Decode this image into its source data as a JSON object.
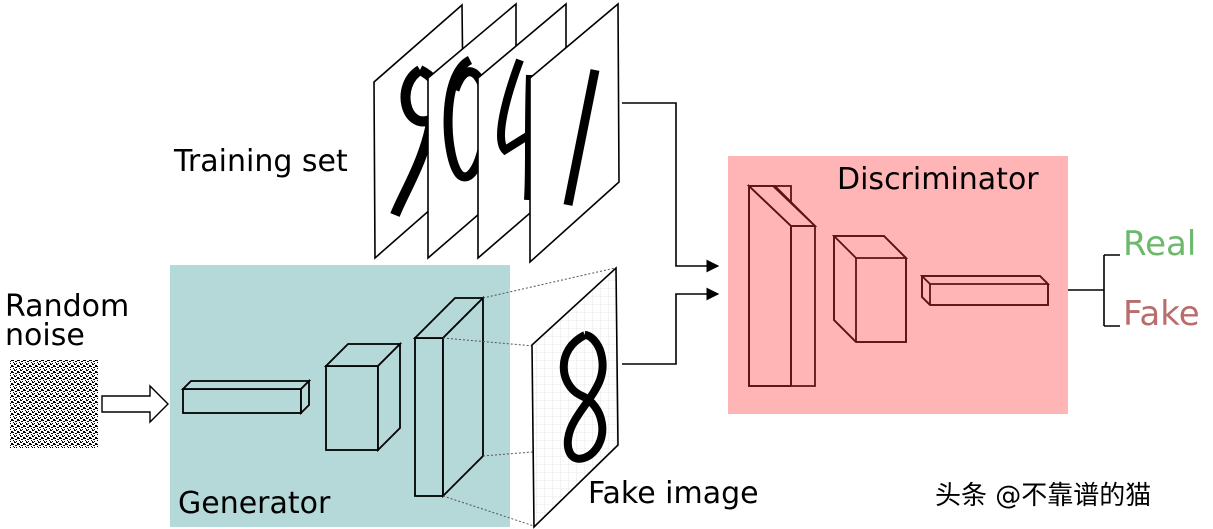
{
  "labels": {
    "training_set": "Training set",
    "random_noise_line1": "Random",
    "random_noise_line2": "noise",
    "generator": "Generator",
    "fake_image": "Fake image",
    "discriminator": "Discriminator",
    "real": "Real",
    "fake": "Fake",
    "watermark": "头条 @不靠谱的猫"
  },
  "colors": {
    "generator_bg": "#b5d8d8",
    "discriminator_bg": "#ffb5b5",
    "real_text": "#6cb96c",
    "fake_text": "#b96c6c",
    "discriminator_block_stroke": "#5a1414"
  }
}
